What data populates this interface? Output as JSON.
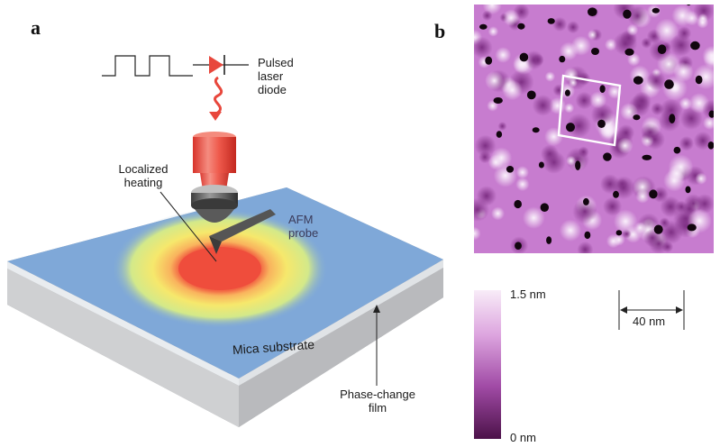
{
  "panel_a": {
    "letter": "a",
    "labels": {
      "laser_line1": "Pulsed",
      "laser_line2": "laser",
      "laser_line3": "diode",
      "heating_line1": "Localized",
      "heating_line2": "heating",
      "probe_line1": "AFM",
      "probe_line2": "probe",
      "substrate": "Mica substrate",
      "film_line1": "Phase-change",
      "film_line2": "film"
    }
  },
  "panel_b": {
    "letter": "b",
    "colorbar_max": "1.5 nm",
    "colorbar_min": "0 nm",
    "scalebar_label": "40 nm"
  },
  "colors": {
    "film_surface": "#7fa8d8",
    "substrate_side": "#c9cacc",
    "laser_red": "#e8473c",
    "afm_purple": "#c77ccf",
    "colorbar_top": "#f6e6f6",
    "colorbar_bottom": "#52164f"
  }
}
